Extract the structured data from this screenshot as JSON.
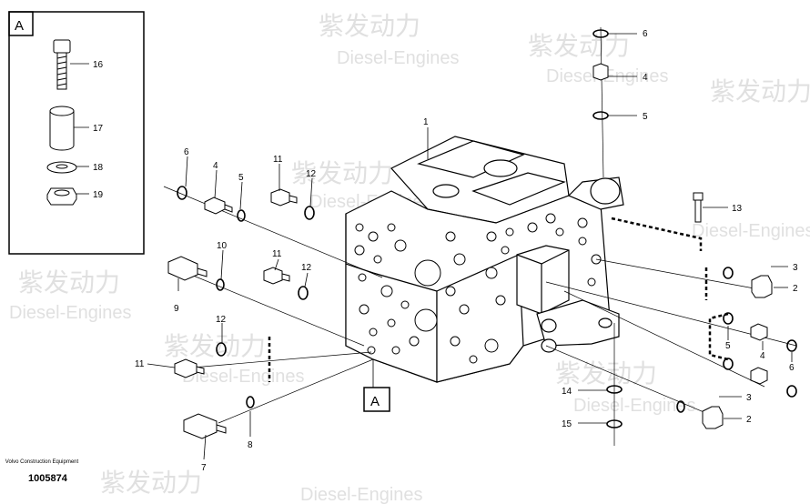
{
  "inset_label": "A",
  "section_label": "A",
  "callouts": [
    "1",
    "2",
    "3",
    "4",
    "5",
    "6",
    "7",
    "8",
    "9",
    "10",
    "11",
    "12",
    "13",
    "14",
    "15",
    "16",
    "17",
    "18",
    "19"
  ],
  "footer": {
    "company": "Volvo Construction Equipment",
    "drawing_number": "1005874"
  },
  "watermark": {
    "brand_cn": "紫发动力",
    "brand_en": "Diesel-Engines"
  },
  "colors": {
    "line": "#000000",
    "watermark": "#d6d6d6"
  }
}
